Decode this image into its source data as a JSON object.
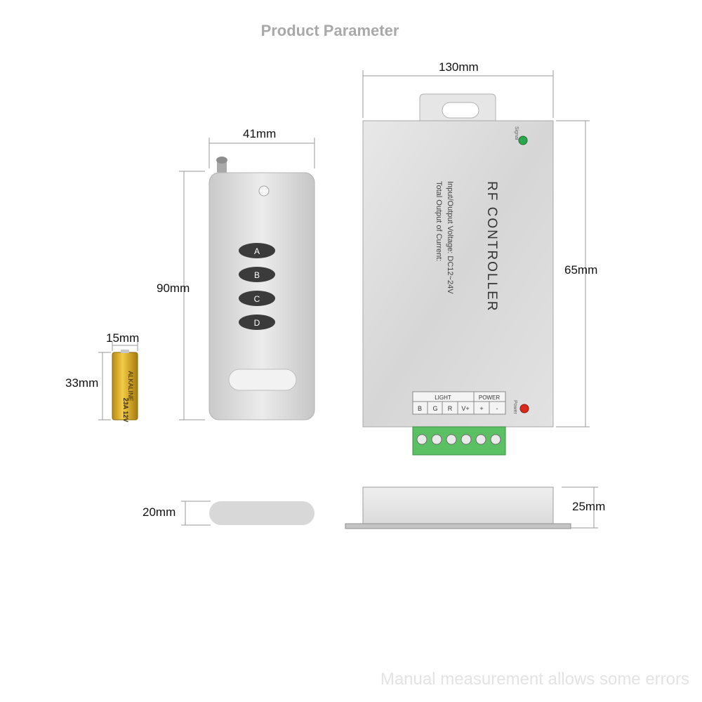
{
  "title": "Product Parameter",
  "footer_note": "Manual measurement allows some errors",
  "dimensions": {
    "remote_width": "41mm",
    "remote_height": "90mm",
    "remote_thickness": "20mm",
    "battery_width": "15mm",
    "battery_height": "33mm",
    "controller_width": "130mm",
    "controller_height": "65mm",
    "controller_thickness": "25mm"
  },
  "remote": {
    "buttons": [
      "A",
      "B",
      "C",
      "D"
    ]
  },
  "battery": {
    "label": "23A 12V",
    "side_label": "ALKALINE"
  },
  "controller": {
    "name": "RF CONTROLLER",
    "spec_line_1": "Input/Output Voltage: DC12~24V",
    "spec_line_2": "Total Output of Current:",
    "signal_label": "Signal",
    "power_label": "Power",
    "light_group_label": "LIGHT",
    "power_group_label": "POWER",
    "terminals": [
      "B",
      "G",
      "R",
      "V+",
      "+",
      "-"
    ]
  },
  "colors": {
    "signal_led": "#2aa84a",
    "power_led": "#d92a1c",
    "terminal_block": "#5bbf63",
    "housing": "#dcdcdc"
  }
}
